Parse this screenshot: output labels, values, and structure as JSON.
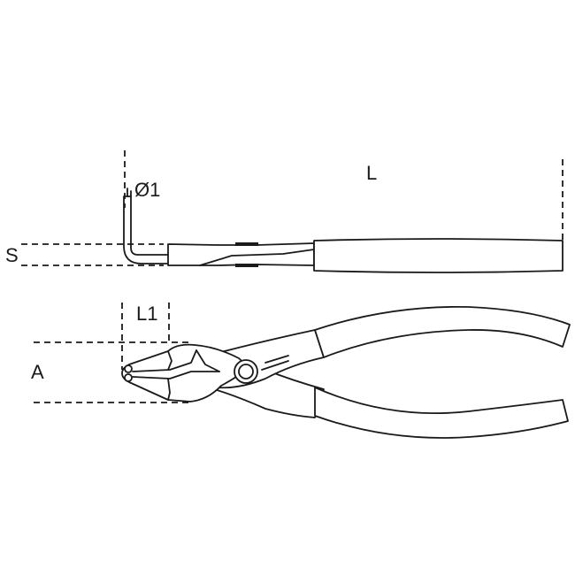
{
  "diagram": {
    "subject": "circlip pliers technical drawing",
    "views": [
      "side-view",
      "top-view"
    ],
    "stroke_color": "#1a1a1a",
    "background": "#ffffff"
  },
  "labels": {
    "diameter_tip": "Ø1",
    "overall_length": "L",
    "tip_thickness": "S",
    "tip_length": "L1",
    "tip_span": "A"
  }
}
